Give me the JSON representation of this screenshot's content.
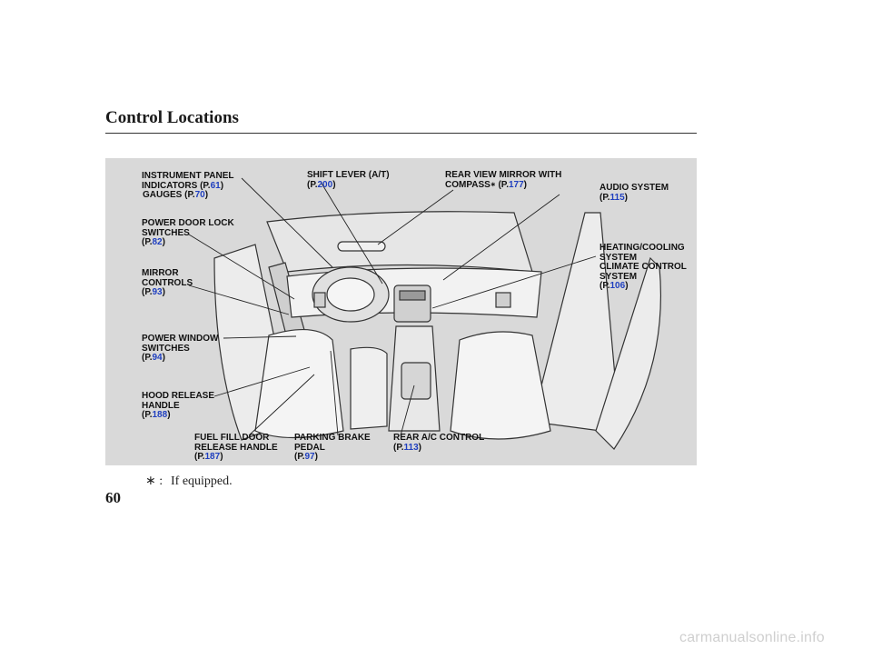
{
  "page": {
    "title": "Control Locations",
    "page_number": "60",
    "footnote_marker": "∗ :",
    "footnote_text": "If equipped.",
    "watermark": "carmanualsonline.info"
  },
  "labels": {
    "instrument": {
      "l1": "INSTRUMENT PANEL",
      "l2": "INDICATORS (P.",
      "p1": "61",
      "l3": "GAUGES (P.",
      "p2": "70"
    },
    "shift": {
      "l1": "SHIFT LEVER (A/T)",
      "p": "200"
    },
    "mirror_rear": {
      "l1": "REAR VIEW MIRROR WITH",
      "l2": "COMPASS",
      "star": "∗",
      "p": "177"
    },
    "audio": {
      "l1": "AUDIO SYSTEM",
      "p": "115"
    },
    "doorlock": {
      "l1": "POWER DOOR LOCK",
      "l2": "SWITCHES",
      "p": "82"
    },
    "heating": {
      "l1": "HEATING/COOLING",
      "l2": "SYSTEM",
      "l3": "CLIMATE CONTROL",
      "l4": "SYSTEM",
      "p": "106"
    },
    "mirrorctl": {
      "l1": "MIRROR",
      "l2": "CONTROLS",
      "p": "93"
    },
    "window": {
      "l1": "POWER WINDOW",
      "l2": "SWITCHES",
      "p": "94"
    },
    "hood": {
      "l1": "HOOD RELEASE",
      "l2": "HANDLE",
      "p": "188"
    },
    "fuel": {
      "l1": "FUEL FILL DOOR",
      "l2": "RELEASE HANDLE",
      "p": "187"
    },
    "parking": {
      "l1": "PARKING BRAKE",
      "l2": "PEDAL",
      "p": "97"
    },
    "rearac": {
      "l1": "REAR A/C CONTROL",
      "p": "113"
    }
  },
  "colors": {
    "page_link": "#1f3fbf",
    "panel": "#d9d9d9",
    "text": "#111111"
  }
}
